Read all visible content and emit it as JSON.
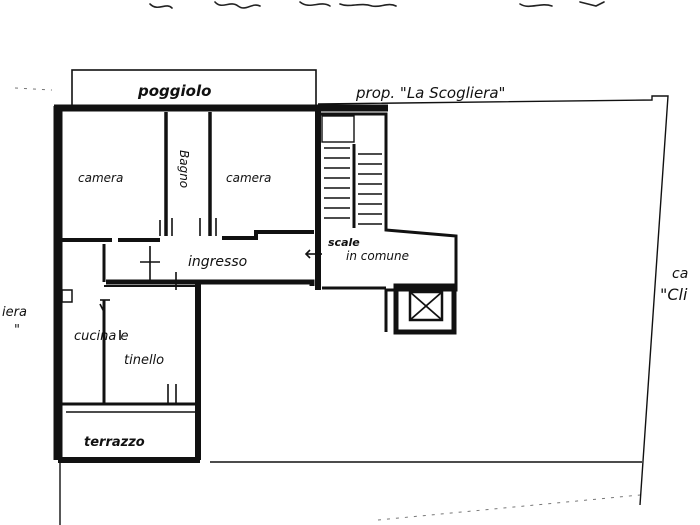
{
  "labels": {
    "balcony": "poggiolo",
    "neighbor": "prop. \"La Scogliera\"",
    "room_left": "camera",
    "room_right": "camera",
    "bathroom": "Bagno",
    "hall": "ingresso",
    "stairs": "scale",
    "stairs_note": "in comune",
    "kitchen_line1": "cucina e",
    "kitchen_line2": "tinello",
    "terrace": "terrazzo",
    "right_margin_top": "ca",
    "right_margin_bottom": "\"Cli",
    "left_margin_top": "iera",
    "left_margin_bottom": "\""
  },
  "colors": {
    "ink": "#111111",
    "paper": "#ffffff"
  }
}
